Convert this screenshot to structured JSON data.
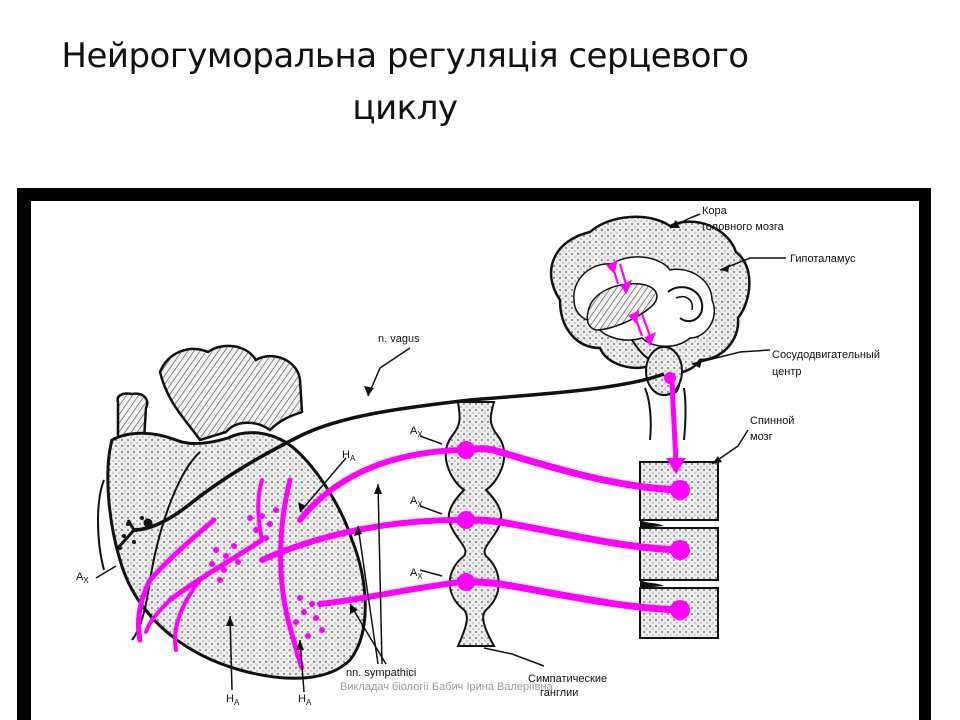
{
  "title": {
    "line1": "Нейрогуморальна регуляція серцевого",
    "line2": "циклу"
  },
  "labels": {
    "cortex_line1": "Кора",
    "cortex_line2": "головного мозга",
    "hypothalamus": "Гипоталамус",
    "vasomotor_line1": "Сосудодвигательный",
    "vasomotor_line2": "центр",
    "spinal_line1": "Спинной",
    "spinal_line2": "мозг",
    "vagus": "n. vagus",
    "ganglia_line1": "Симпатические",
    "ganglia_line2": "ганглии",
    "sympathici": "nn. sympathici",
    "ax_main": "A",
    "ax_sub": "X",
    "ha_main": "H",
    "ha_sub": "A"
  },
  "footer": "Викладач біології Бабич Ірина Валеріївна",
  "colors": {
    "pathway": "#ff00ff",
    "frame": "#000000",
    "background": "#ffffff"
  }
}
